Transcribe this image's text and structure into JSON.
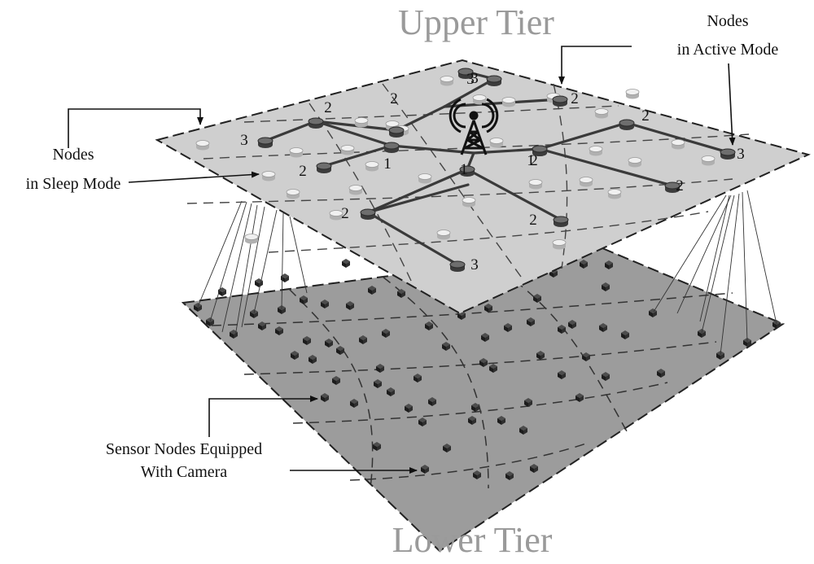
{
  "titles": {
    "upper": "Upper Tier",
    "lower": "Lower Tier"
  },
  "callouts": {
    "active": [
      "Nodes",
      "in Active Mode"
    ],
    "sleep": [
      "Nodes",
      "in Sleep Mode"
    ],
    "sensor": [
      "Sensor Nodes Equipped",
      "With Camera"
    ]
  },
  "colors": {
    "upper_plane": "#cfcfcf",
    "lower_plane": "#9c9c9c",
    "edge": "#222222",
    "title": "#9a9a9a"
  },
  "icons": {
    "base_station": "antenna-tower-icon"
  },
  "active_node_levels": [
    "1",
    "2",
    "3",
    "2",
    "3",
    "2",
    "3",
    "2",
    "1",
    "2",
    "3",
    "2",
    "2",
    "1",
    "2",
    "3",
    "2"
  ]
}
